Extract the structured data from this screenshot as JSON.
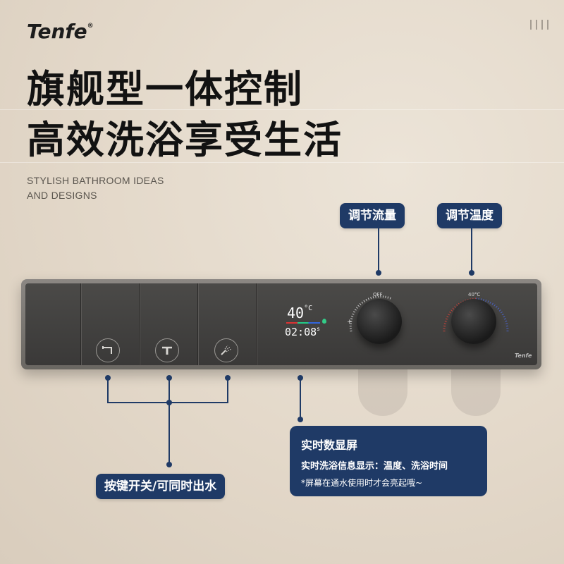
{
  "brand": "Tenfe",
  "brand_mark": "®",
  "headline": {
    "line1": "旗舰型一体控制",
    "line2": "高效洗浴享受生活"
  },
  "subtitle": {
    "line1": "STYLISH BATHROOM IDEAS",
    "line2": "AND DESIGNS"
  },
  "labels": {
    "flow": "调节流量",
    "temperature": "调节温度",
    "buttons": "按键开关/可同时出水"
  },
  "display": {
    "temperature": "40",
    "temp_unit": "°C",
    "time": "02:08",
    "time_unit": "s"
  },
  "knob_labels": {
    "flow_off": "OFF",
    "flow_plus": "+",
    "temp": "40°C"
  },
  "panel_logo": "Tenfe",
  "info": {
    "title": "实时数显屏",
    "line": "实时洗浴信息显示：温度、洗浴时间",
    "note": "*屏幕在通水使用时才会亮起哦~"
  },
  "icons": [
    "faucet-icon",
    "bath-spout-icon",
    "shower-icon"
  ],
  "colors": {
    "accent": "#1f3a66",
    "panel": "#3f3e3c",
    "background": "#e3d8c9"
  }
}
